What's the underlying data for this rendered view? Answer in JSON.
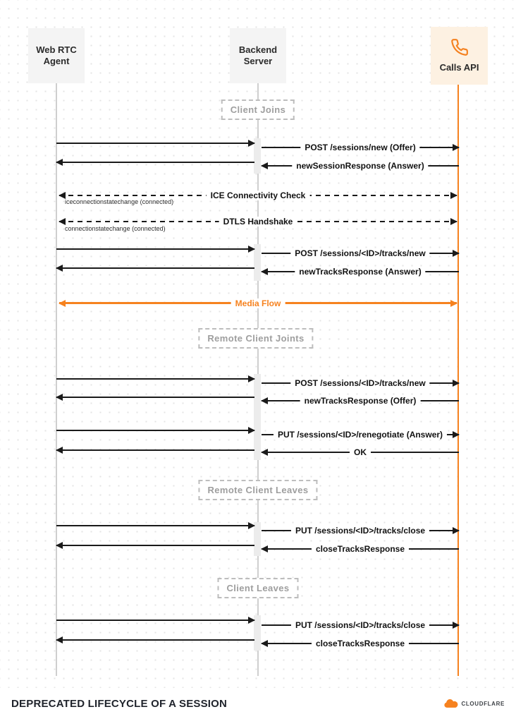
{
  "diagram": {
    "title": "DEPRECATED LIFECYCLE OF A SESSION",
    "brand": "CLOUDFLARE"
  },
  "actors": {
    "webrtc": {
      "line1": "Web RTC",
      "line2": "Agent"
    },
    "backend": {
      "line1": "Backend",
      "line2": "Server"
    },
    "calls": {
      "label": "Calls API"
    }
  },
  "phases": {
    "client_joins": "Client Joins",
    "remote_client_joins": "Remote Client Joints",
    "remote_client_leaves": "Remote Client Leaves",
    "client_leaves": "Client Leaves"
  },
  "messages": {
    "post_sessions_new": "POST /sessions/new (Offer)",
    "new_session_response": "newSessionResponse (Answer)",
    "ice_check": "ICE Connectivity Check",
    "ice_note": "iceconnectionstatechange (connected)",
    "dtls_handshake": "DTLS Handshake",
    "dtls_note": "connectionstatechange (connected)",
    "post_tracks_new": "POST /sessions/<ID>/tracks/new",
    "new_tracks_response_answer": "newTracksResponse (Answer)",
    "media_flow": "Media Flow",
    "new_tracks_response_offer": "newTracksResponse (Offer)",
    "put_renegotiate": "PUT /sessions/<ID>/renegotiate (Answer)",
    "ok": "OK",
    "put_tracks_close": "PUT /sessions/<ID>/tracks/close",
    "close_tracks_response": "closeTracksResponse"
  },
  "colors": {
    "accent_orange": "#f6821f",
    "arrow_black": "#1a1a1a",
    "lifeline_gray": "#cfcfcf"
  }
}
